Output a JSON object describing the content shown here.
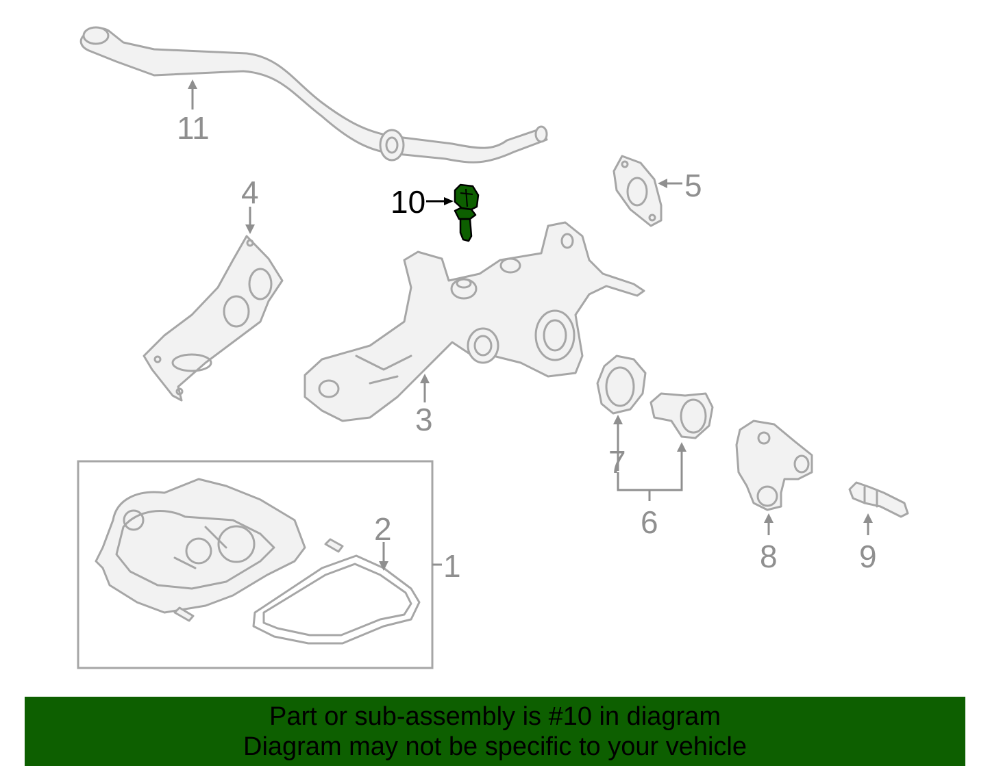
{
  "callouts": {
    "c1": "1",
    "c2": "2",
    "c3": "3",
    "c4": "4",
    "c5": "5",
    "c6": "6",
    "c7": "7",
    "c8": "8",
    "c9": "9",
    "c10": "10",
    "c11": "11"
  },
  "highlight_color": "#0d5f00",
  "line_color": "#a6a6a6",
  "banner": {
    "line1": "Part or sub-assembly is #10 in diagram",
    "line2": "Diagram may not be specific to your vehicle"
  }
}
